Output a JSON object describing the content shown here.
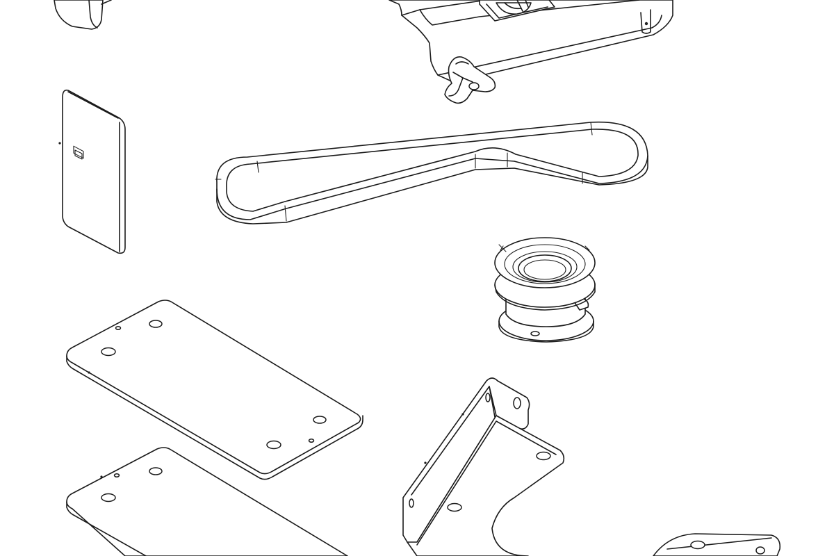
{
  "drawing": {
    "style": "black-and-white isometric line art",
    "line_color": "#1a1a1a",
    "background_color": "#ffffff",
    "parts": [
      {
        "id": "part-top-left-corner-piece"
      },
      {
        "id": "part-tilt-bracket-with-knob"
      },
      {
        "id": "part-small-rectangular-plate"
      },
      {
        "id": "part-loop-handle"
      },
      {
        "id": "part-round-swivel-base"
      },
      {
        "id": "part-flat-mounting-plate-upper"
      },
      {
        "id": "part-flat-mounting-plate-lower"
      },
      {
        "id": "part-angle-bracket"
      }
    ]
  }
}
